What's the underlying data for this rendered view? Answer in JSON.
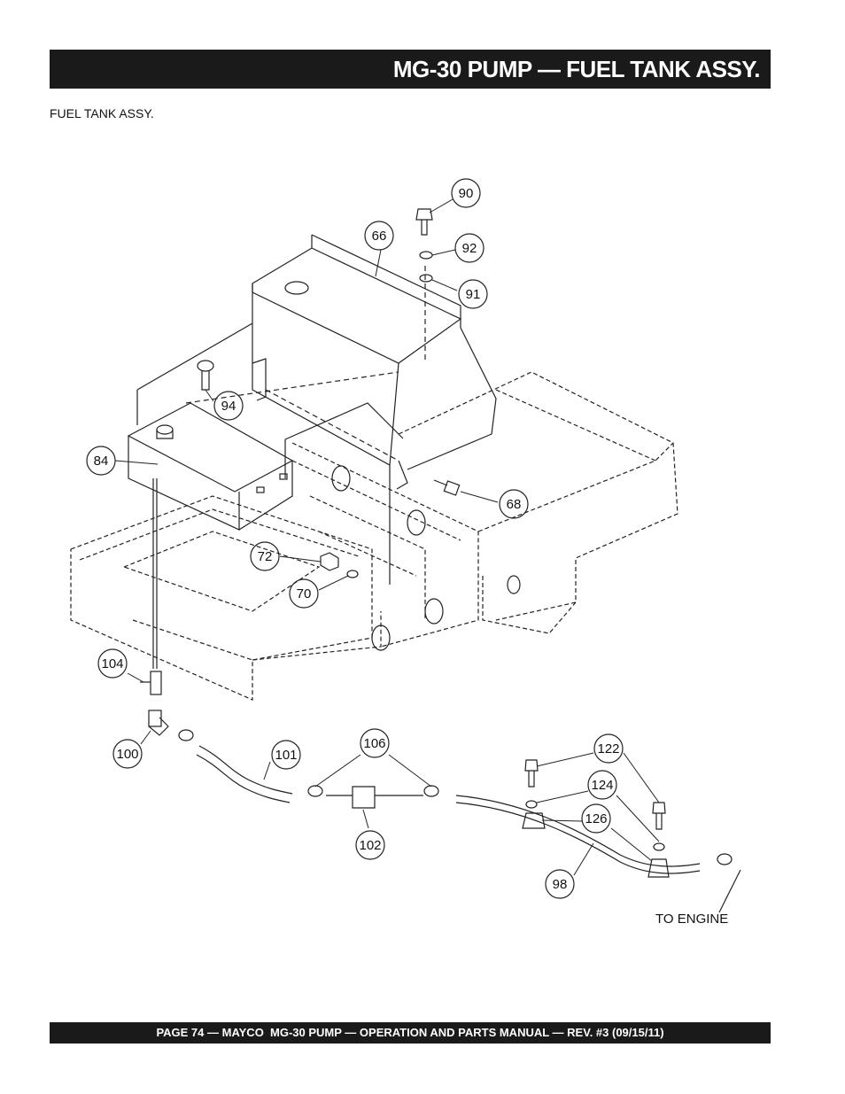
{
  "header": {
    "title": "MG-30 PUMP — FUEL TANK ASSY."
  },
  "section": {
    "label": "FUEL TANK ASSY."
  },
  "diagram": {
    "callouts": [
      "90",
      "92",
      "91",
      "66",
      "94",
      "84",
      "68",
      "72",
      "70",
      "104",
      "100",
      "101",
      "106",
      "102",
      "122",
      "124",
      "126",
      "98"
    ],
    "note": "TO ENGINE"
  },
  "footer": {
    "text": "PAGE 74 — MAYCO  MG-30 PUMP — OPERATION AND PARTS MANUAL — REV. #3 (09/15/11)"
  }
}
